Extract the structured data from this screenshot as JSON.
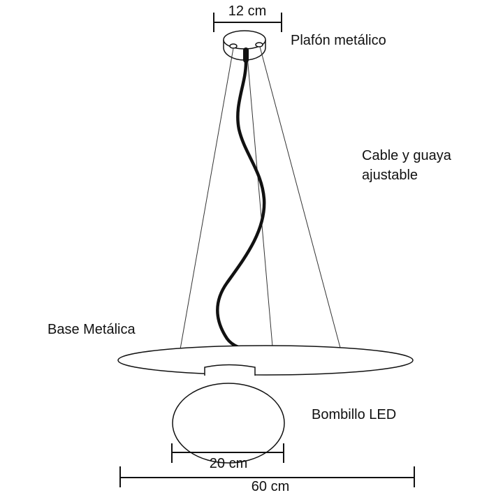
{
  "labels": {
    "canopy": "Plafón metálico",
    "cable_line1": "Cable y guaya",
    "cable_line2": "ajustable",
    "base": "Base Metálica",
    "bulb": "Bombillo LED"
  },
  "dimensions": {
    "canopy_width": "12 cm",
    "bulb_width": "20 cm",
    "base_width": "60 cm"
  },
  "colors": {
    "line": "#111111",
    "background": "#ffffff"
  }
}
